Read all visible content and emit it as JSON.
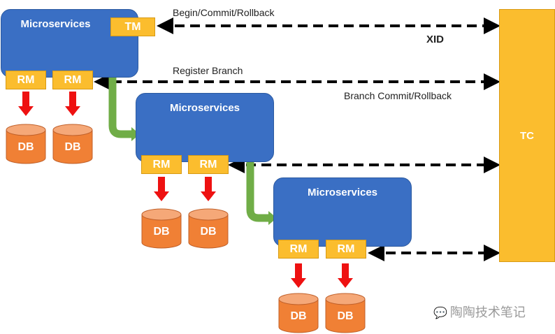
{
  "diagram": {
    "title": "Seata distributed transaction architecture",
    "colors": {
      "microservice": "#3a6fc4",
      "tag": "#fbbd2e",
      "db": "#f08035",
      "flow_arrow": "#70ad47",
      "db_arrow": "#ee1111",
      "message_arrow": "#000000"
    },
    "microservices": [
      {
        "label": "Microservices",
        "tm": "TM",
        "rms": [
          "RM",
          "RM"
        ],
        "dbs": [
          "DB",
          "DB"
        ]
      },
      {
        "label": "Microservices",
        "rms": [
          "RM",
          "RM"
        ],
        "dbs": [
          "DB",
          "DB"
        ]
      },
      {
        "label": "Microservices",
        "rms": [
          "RM",
          "RM"
        ],
        "dbs": [
          "DB",
          "DB"
        ]
      }
    ],
    "tc": {
      "label": "TC"
    },
    "messages": {
      "begin_commit_rollback": "Begin/Commit/Rollback",
      "xid": "XID",
      "register_branch": "Register Branch",
      "branch_commit_rollback": "Branch Commit/Rollback"
    },
    "watermark": {
      "icon": "wechat-icon",
      "text": "陶陶技术笔记"
    }
  }
}
